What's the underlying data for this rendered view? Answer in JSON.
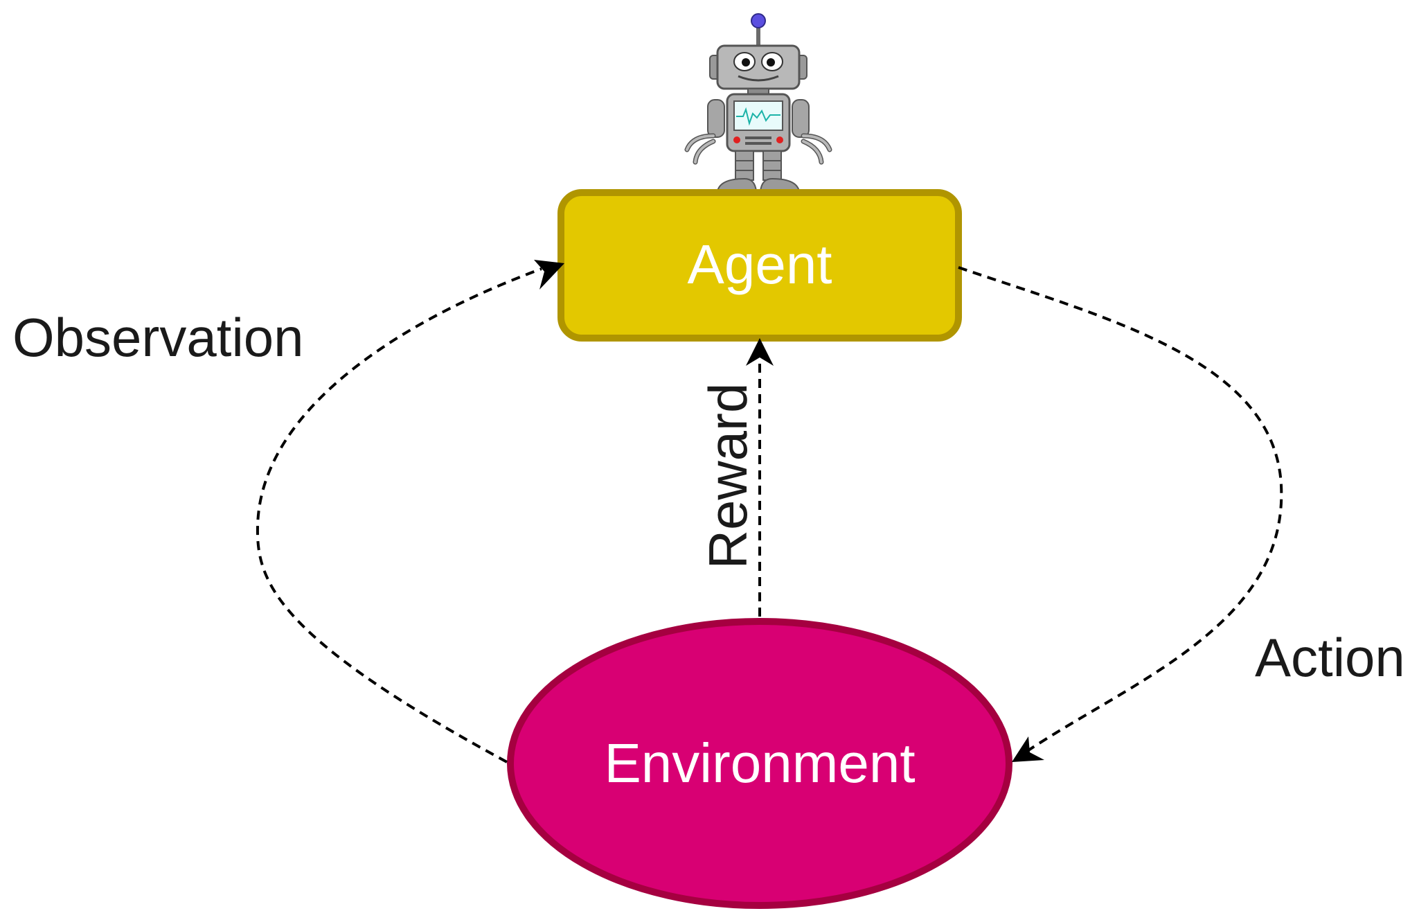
{
  "nodes": {
    "agent": {
      "label": "Agent",
      "fill": "#e3c800",
      "stroke": "#b09500"
    },
    "environment": {
      "label": "Environment",
      "fill": "#d80073",
      "stroke": "#a50040"
    }
  },
  "edges": {
    "observation": {
      "label": "Observation",
      "from": "Environment",
      "to": "Agent"
    },
    "reward": {
      "label": "Reward",
      "from": "Environment",
      "to": "Agent"
    },
    "action": {
      "label": "Action",
      "from": "Agent",
      "to": "Environment"
    }
  },
  "icons": {
    "robot": "robot-icon"
  }
}
